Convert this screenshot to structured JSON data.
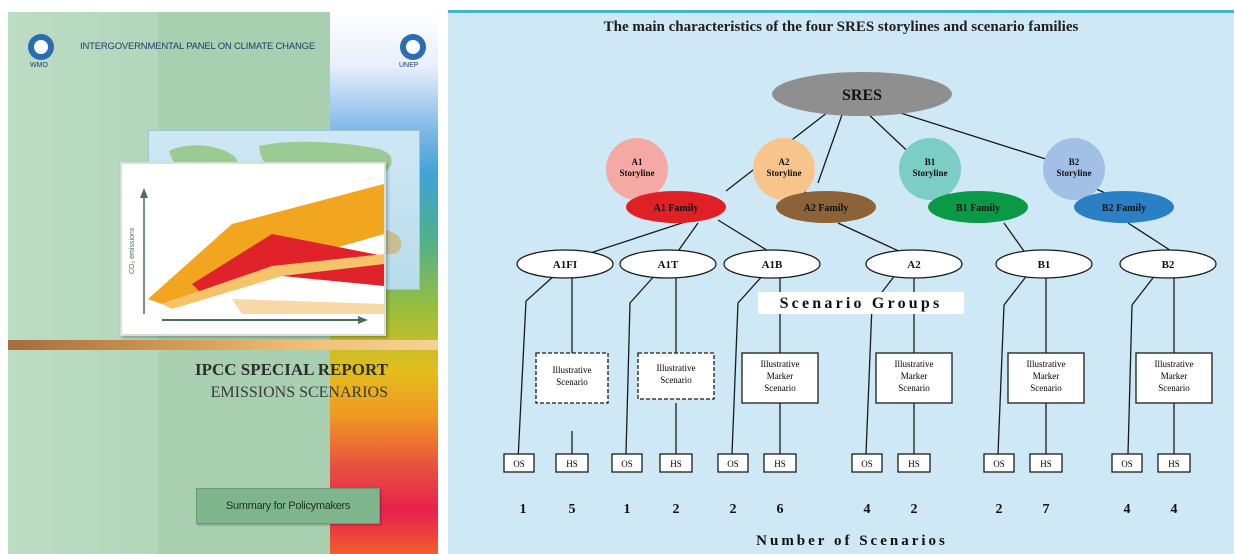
{
  "cover": {
    "organisation": "INTERGOVERNMENTAL PANEL ON CLIMATE CHANGE",
    "left_logo": "WMO",
    "right_logo": "UNEP",
    "title": "IPCC SPECIAL REPORT",
    "subtitle": "EMISSIONS SCENARIOS",
    "summary_label": "Summary for Policymakers",
    "chart_axis_label": "CO₂ emissions"
  },
  "diagram": {
    "title": "The main characteristics of the four SRES storylines and scenario families",
    "root": "SRES",
    "storylines": [
      {
        "line1": "A1",
        "line2": "Storyline",
        "color": "#f4a9a4"
      },
      {
        "line1": "A2",
        "line2": "Storyline",
        "color": "#f7c58c"
      },
      {
        "line1": "B1",
        "line2": "Storyline",
        "color": "#7ccdc3"
      },
      {
        "line1": "B2",
        "line2": "Storyline",
        "color": "#a2bfe6"
      }
    ],
    "families": [
      {
        "label": "A1 Family",
        "color": "#e02027"
      },
      {
        "label": "A2 Family",
        "color": "#8c6239"
      },
      {
        "label": "B1 Family",
        "color": "#0a9a47"
      },
      {
        "label": "B2 Family",
        "color": "#2b7fc4"
      }
    ],
    "groups": [
      "A1FI",
      "A1T",
      "A1B",
      "A2",
      "B1",
      "B2"
    ],
    "scenario_groups_label": "Scenario Groups",
    "illustrative_scenario": [
      "Illustrative",
      "Scenario"
    ],
    "illustrative_marker_scenario": [
      "Illustrative",
      "Marker",
      "Scenario"
    ],
    "os_label": "OS",
    "hs_label": "HS",
    "counts": [
      {
        "os": "1",
        "hs": "5"
      },
      {
        "os": "1",
        "hs": "2"
      },
      {
        "os": "2",
        "hs": "6"
      },
      {
        "os": "4",
        "hs": "2"
      },
      {
        "os": "2",
        "hs": "7"
      },
      {
        "os": "4",
        "hs": "4"
      }
    ],
    "number_of_scenarios_label": "Number of Scenarios"
  }
}
